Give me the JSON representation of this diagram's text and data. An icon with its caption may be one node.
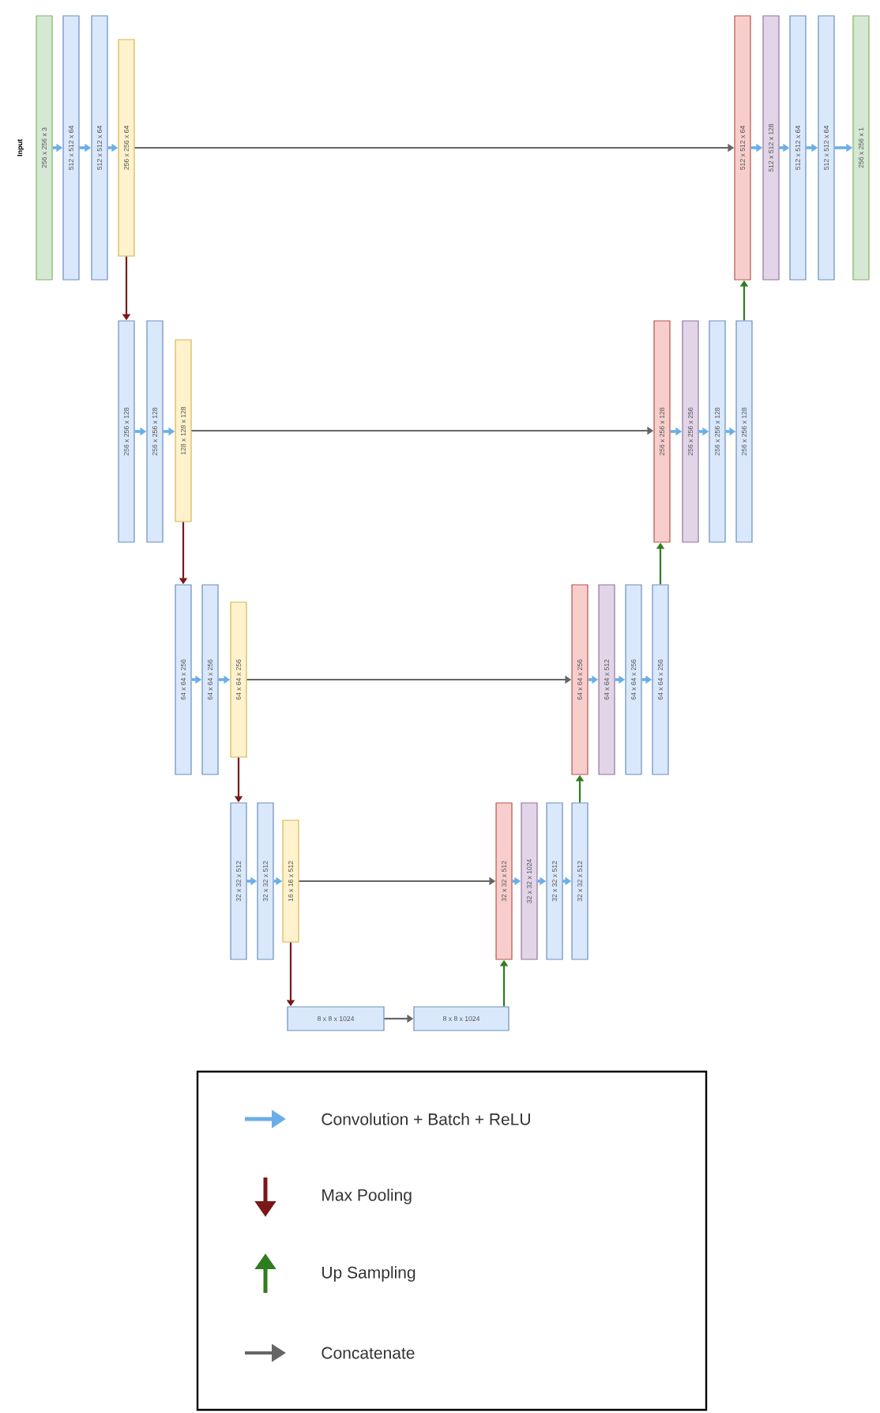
{
  "diagram": {
    "nodes": [
      {
        "text": [
          "256 x 256 x 3"
        ],
        "beside": [
          "Input"
        ]
      },
      {
        "text": [
          "512 x 512 x 64"
        ]
      },
      {
        "text": [
          "512 x 512 x 64"
        ]
      },
      {
        "text": [
          "256 x 256 x 64"
        ]
      },
      {
        "text": [
          "512 x 512 x 64"
        ]
      },
      {
        "text": [
          "512 x 512 x 128"
        ]
      },
      {
        "text": [
          "512 x 512 x 64"
        ]
      },
      {
        "text": [
          "512 x 512 x 64"
        ]
      },
      {
        "text": [
          "256 x 256 x 1"
        ]
      },
      {
        "text": [
          "256 x 256 x 128"
        ]
      },
      {
        "text": [
          "256 x 256 x 128"
        ]
      },
      {
        "text": [
          "128 x 128 x 128"
        ]
      },
      {
        "text": [
          "256 x 256 x 128"
        ]
      },
      {
        "text": [
          "256 x 256 x 256"
        ]
      },
      {
        "text": [
          "256 x 256 x 128"
        ]
      },
      {
        "text": [
          "256 x 256 x 128"
        ]
      },
      {
        "text": [
          "64 x 64 x 256"
        ]
      },
      {
        "text": [
          "64 x 64 x 256"
        ]
      },
      {
        "text": [
          "64 x 64 x 256"
        ]
      },
      {
        "text": [
          "64 x 64 x 256"
        ]
      },
      {
        "text": [
          "64 x 64 x 512"
        ]
      },
      {
        "text": [
          "64 x 64 x 256"
        ]
      },
      {
        "text": [
          "64 x 64 x 256"
        ]
      },
      {
        "text": [
          "32 x 32 x 512"
        ]
      },
      {
        "text": [
          "32 x 32 x 512"
        ]
      },
      {
        "text": [
          "16 x 16 x 512"
        ]
      },
      {
        "text": [
          "32 x 32 x 512"
        ]
      },
      {
        "text": [
          "32 x 32 x 1024"
        ]
      },
      {
        "text": [
          "32 x 32 x 512"
        ]
      },
      {
        "text": [
          "32 x 32 x 512"
        ]
      },
      {
        "text": [
          "8 x 8 x 1024"
        ]
      },
      {
        "text": [
          "8 x 8 x 1024"
        ]
      }
    ],
    "edges": [
      {
        "from": 0,
        "to": 1,
        "arrow": "to"
      },
      {
        "from": 1,
        "to": 2,
        "arrow": "to"
      },
      {
        "from": 2,
        "to": 3,
        "arrow": "to"
      },
      {
        "from": 3,
        "to": 4,
        "arrow": "to",
        "color": "#666666"
      },
      {
        "from": 4,
        "to": 5,
        "arrow": "to"
      },
      {
        "from": 5,
        "to": 6,
        "arrow": "to"
      },
      {
        "from": 6,
        "to": 7,
        "arrow": "to"
      },
      {
        "from": 7,
        "to": 8,
        "arrow": "to"
      },
      {
        "from": 3,
        "to": 9,
        "arrow": "to",
        "color": "#7b1818"
      },
      {
        "from": 9,
        "to": 10,
        "arrow": "to"
      },
      {
        "from": 10,
        "to": 11,
        "arrow": "to"
      },
      {
        "from": 11,
        "to": 12,
        "arrow": "to",
        "color": "#666666"
      },
      {
        "from": 12,
        "to": 13,
        "arrow": "to"
      },
      {
        "from": 13,
        "to": 14,
        "arrow": "to"
      },
      {
        "from": 14,
        "to": 15,
        "arrow": "to"
      },
      {
        "from": 15,
        "to": 4,
        "arrow": "to",
        "color": "#2e7d1e"
      },
      {
        "from": 11,
        "to": 16,
        "arrow": "to",
        "color": "#7b1818"
      },
      {
        "from": 16,
        "to": 17,
        "arrow": "to"
      },
      {
        "from": 17,
        "to": 18,
        "arrow": "to"
      },
      {
        "from": 18,
        "to": 19,
        "arrow": "to",
        "color": "#666666"
      },
      {
        "from": 19,
        "to": 20,
        "arrow": "to"
      },
      {
        "from": 20,
        "to": 21,
        "arrow": "to"
      },
      {
        "from": 21,
        "to": 22,
        "arrow": "to"
      },
      {
        "from": 22,
        "to": 12,
        "arrow": "to",
        "color": "#2e7d1e"
      },
      {
        "from": 18,
        "to": 23,
        "arrow": "to",
        "color": "#7b1818"
      },
      {
        "from": 23,
        "to": 24,
        "arrow": "to"
      },
      {
        "from": 24,
        "to": 25,
        "arrow": "to"
      },
      {
        "from": 25,
        "to": 26,
        "arrow": "to",
        "color": "#666666"
      },
      {
        "from": 26,
        "to": 27,
        "arrow": "to"
      },
      {
        "from": 27,
        "to": 28,
        "arrow": "to"
      },
      {
        "from": 28,
        "to": 29,
        "arrow": "to"
      },
      {
        "from": 29,
        "to": 19,
        "arrow": "to",
        "color": "#2e7d1e"
      },
      {
        "from": 25,
        "to": 30,
        "arrow": "to",
        "color": "#7b1818"
      },
      {
        "from": 30,
        "to": 31,
        "arrow": "to",
        "color": "#666666"
      },
      {
        "from": 31,
        "to": 26,
        "arrow": "to",
        "color": "#2e7d1e"
      }
    ],
    "legend": [
      {
        "text": "Convolution + Batch + ReLU"
      },
      {
        "text": "Max Pooling"
      },
      {
        "text": "Up Sampling"
      },
      {
        "text": "Concatenate"
      }
    ]
  }
}
